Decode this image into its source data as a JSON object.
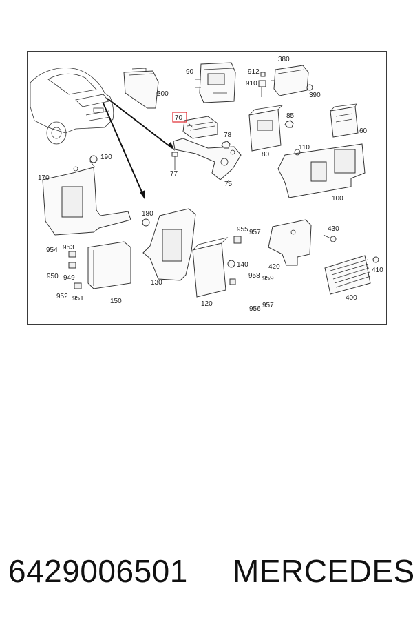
{
  "diagram": {
    "callouts": {
      "c70": "70",
      "c75": "75",
      "c77": "77",
      "c78": "78",
      "c80": "80",
      "c85": "85",
      "c90": "90",
      "c100": "100",
      "c110": "110",
      "c120": "120",
      "c130": "130",
      "c140": "140",
      "c150": "150",
      "c170": "170",
      "c180": "180",
      "c190": "190",
      "c200": "200",
      "c380": "380",
      "c390": "390",
      "c400": "400",
      "c410": "410",
      "c420": "420",
      "c430": "430",
      "c910": "910",
      "c912": "912",
      "c60": "60",
      "c949": "949",
      "c950": "950",
      "c951": "951",
      "c952": "952",
      "c953": "953",
      "c954": "954",
      "c955": "955",
      "c956": "956",
      "c957a": "957",
      "c957b": "957",
      "c958": "958",
      "c959": "959"
    },
    "highlighted_part": "70",
    "highlight_color": "#e0282e"
  },
  "caption": {
    "part_number": "6429006501",
    "brand": "MERCEDES"
  }
}
